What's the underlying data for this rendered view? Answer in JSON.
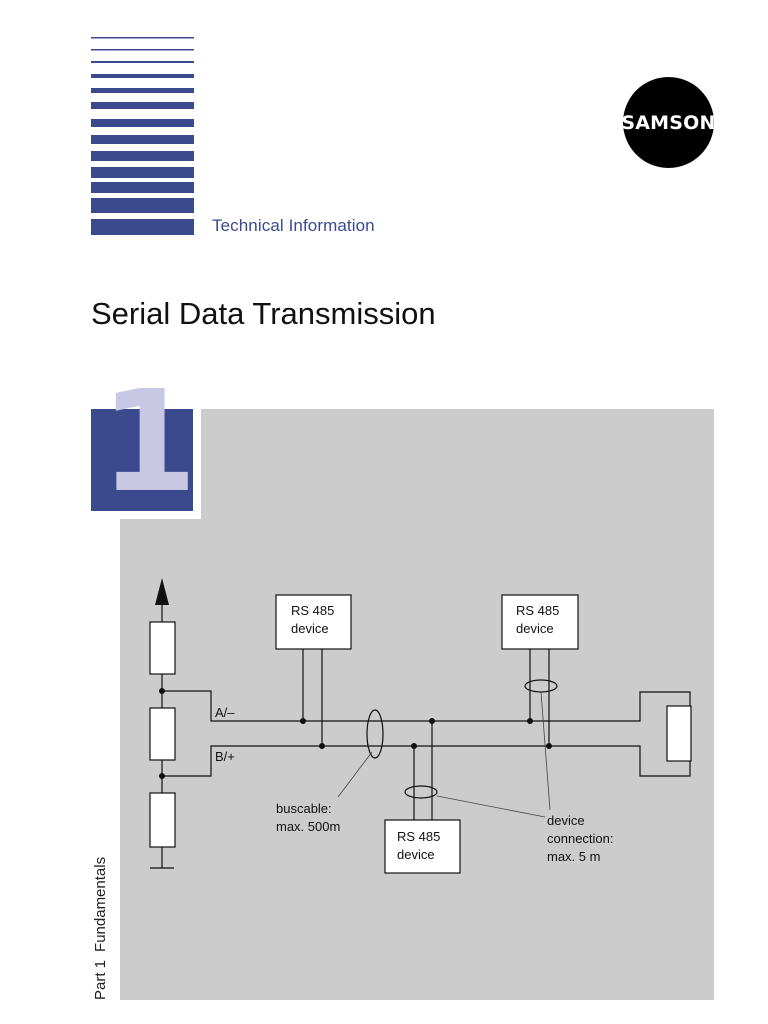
{
  "header": {
    "section_label": "Technical Information",
    "logo_text": "SAMSON"
  },
  "title": "Serial Data Transmission",
  "part_badge": {
    "number": "1"
  },
  "side_label": {
    "part": "Part 1",
    "topic": "Fundamentals"
  },
  "diagram": {
    "devices": [
      {
        "line1": "RS 485",
        "line2": "device"
      },
      {
        "line1": "RS 485",
        "line2": "device"
      },
      {
        "line1": "RS 485",
        "line2": "device"
      }
    ],
    "line_a": "A/–",
    "line_b": "B/+",
    "buscable_line1": "buscable:",
    "buscable_line2": "max. 500m",
    "connection_line1": "device",
    "connection_line2": "connection:",
    "connection_line3": "max. 5 m"
  },
  "colors": {
    "brand_blue": "#3a4a8c",
    "badge_numeral": "#c9c8e4",
    "panel_grey": "#cccccc"
  }
}
